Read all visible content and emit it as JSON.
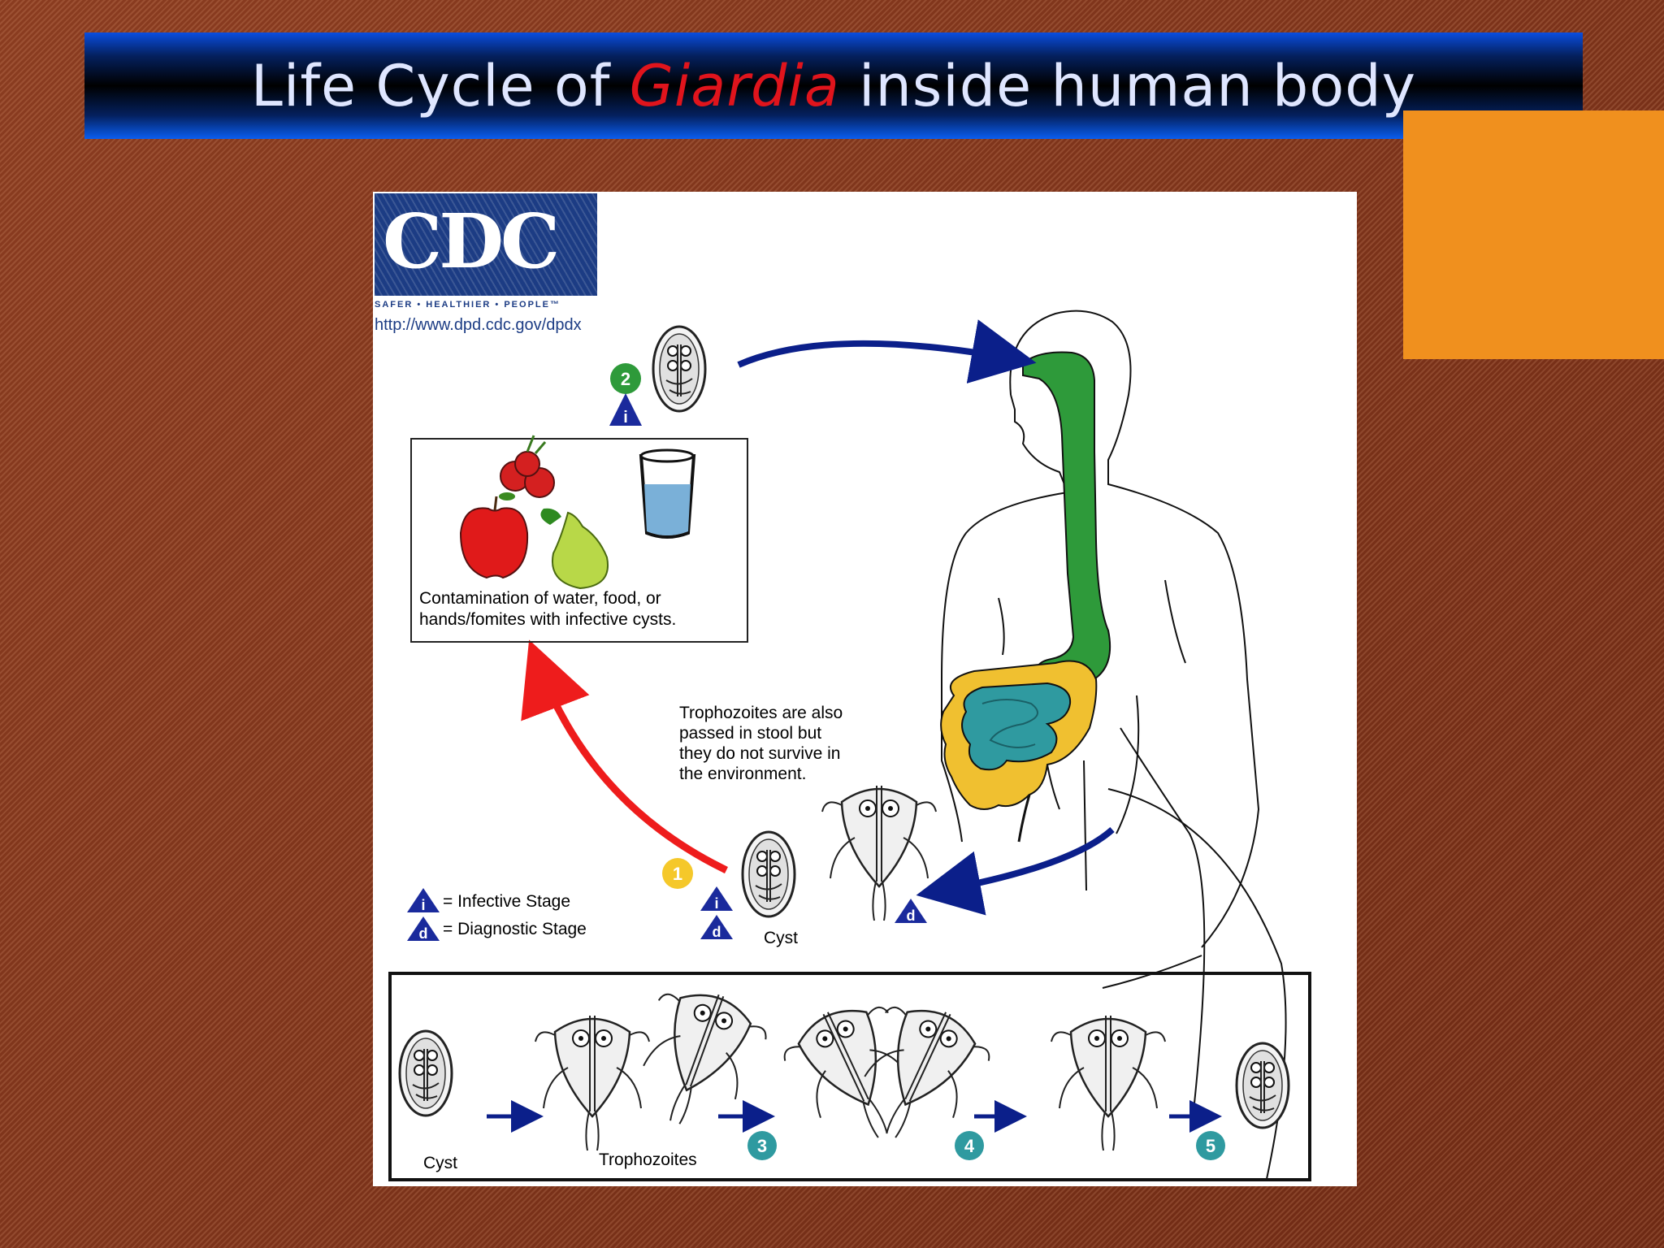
{
  "slide": {
    "title_before": "Life Cycle of ",
    "title_italic": "Giardia",
    "title_after": " inside human body"
  },
  "diagram": {
    "logo": {
      "letters": "CDC",
      "tagline": "SAFER • HEALTHIER • PEOPLE™",
      "url": "http://www.dpd.cdc.gov/dpdx"
    },
    "contamination_text": [
      "Contamination of water, food, or",
      "hands/fomites with infective cysts."
    ],
    "trophozoite_note": [
      "Trophozoites are also",
      "passed in stool but",
      "they do not survive in",
      "the environment."
    ],
    "legend": {
      "infective": "= Infective Stage",
      "diagnostic": "= Diagnostic Stage"
    },
    "stage_markers": {
      "infective": "i",
      "diagnostic": "d"
    },
    "step_numbers": [
      "1",
      "2",
      "3",
      "4",
      "5"
    ],
    "labels": {
      "cyst": "Cyst",
      "cyst_bottom": "Cyst",
      "trophozoites": "Trophozoites"
    },
    "colors": {
      "step1": "#f5c82a",
      "step2": "#2e9a3a",
      "steps_345": "#2f9aa0",
      "marker": "#1a2a9c",
      "arrow_blue": "#0b1f8a",
      "arrow_red": "#ee1c1c",
      "esophagus": "#2e9a3a",
      "small_intestine": "#2f9aa0",
      "colon": "#f0c030"
    }
  }
}
